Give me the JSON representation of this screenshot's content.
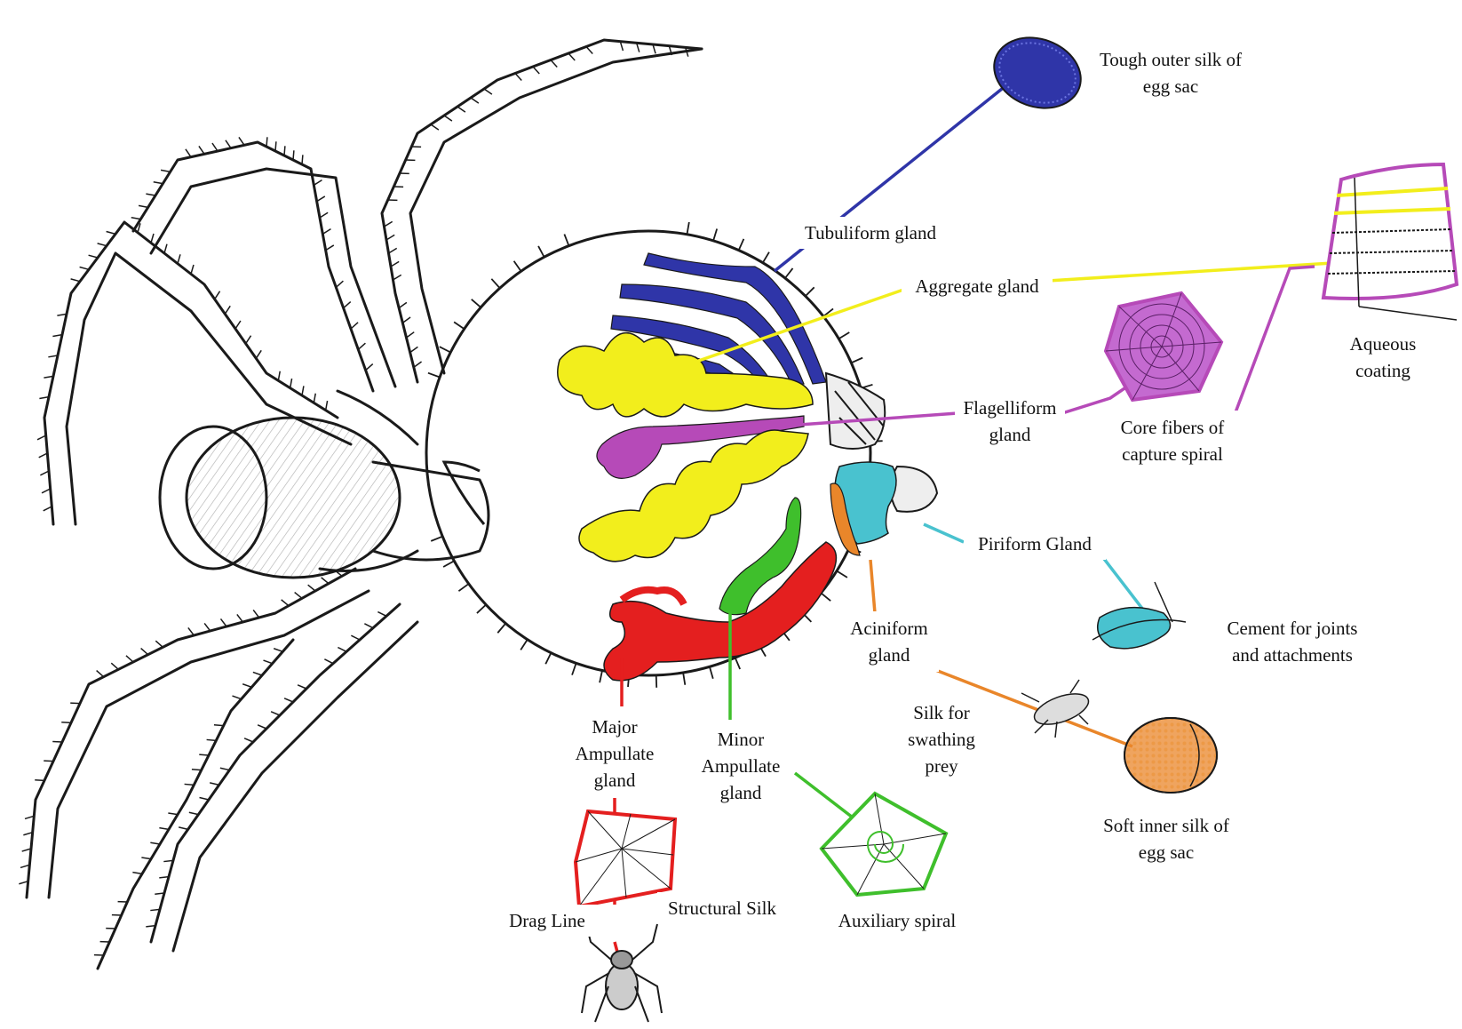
{
  "labels": {
    "tough_outer": [
      "Tough outer silk of",
      "egg sac"
    ],
    "tubuliform": "Tubuliform gland",
    "aggregate": "Aggregate gland",
    "aqueous": [
      "Aqueous",
      "coating"
    ],
    "flagelliform": [
      "Flagelliform",
      "gland"
    ],
    "core_fibers": [
      "Core fibers of",
      "capture spiral"
    ],
    "piriform": "Piriform Gland",
    "cement": [
      "Cement for joints",
      "and attachments"
    ],
    "aciniform": [
      "Aciniform",
      "gland"
    ],
    "swathing": [
      "Silk for",
      "swathing",
      "prey"
    ],
    "major_ampullate": [
      "Major",
      "Ampullate",
      "gland"
    ],
    "minor_ampullate": [
      "Minor",
      "Ampullate",
      "gland"
    ],
    "soft_inner": [
      "Soft inner silk of",
      "egg sac"
    ],
    "drag_line": "Drag Line",
    "structural_silk": "Structural Silk",
    "auxiliary_spiral": "Auxiliary spiral"
  },
  "colors": {
    "tubuliform": "#2f35a8",
    "aggregate": "#f2ee1c",
    "flagelliform": "#b64ab8",
    "piriform": "#49c2cf",
    "aciniform": "#e9862a",
    "major_ampullate": "#e41f1f",
    "minor_ampullate": "#3fbf2c",
    "outline": "#1a1a1a"
  }
}
